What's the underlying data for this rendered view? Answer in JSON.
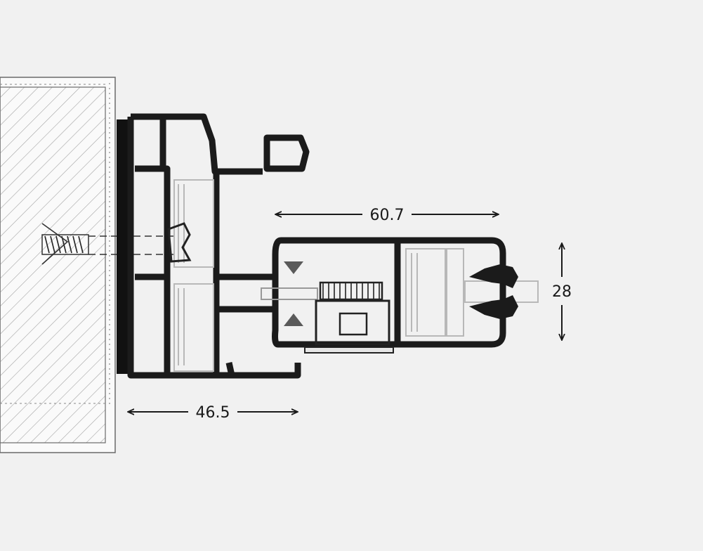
{
  "dimensions": {
    "frame_depth": "46.5",
    "sash_width": "60.7",
    "sash_thickness": "28"
  },
  "colors": {
    "background": "#f1f1f1",
    "profile": "#1b1b1b",
    "wall": "#ffffff",
    "hatch": "#9a9a9a",
    "insert": "#bdbdbd"
  }
}
